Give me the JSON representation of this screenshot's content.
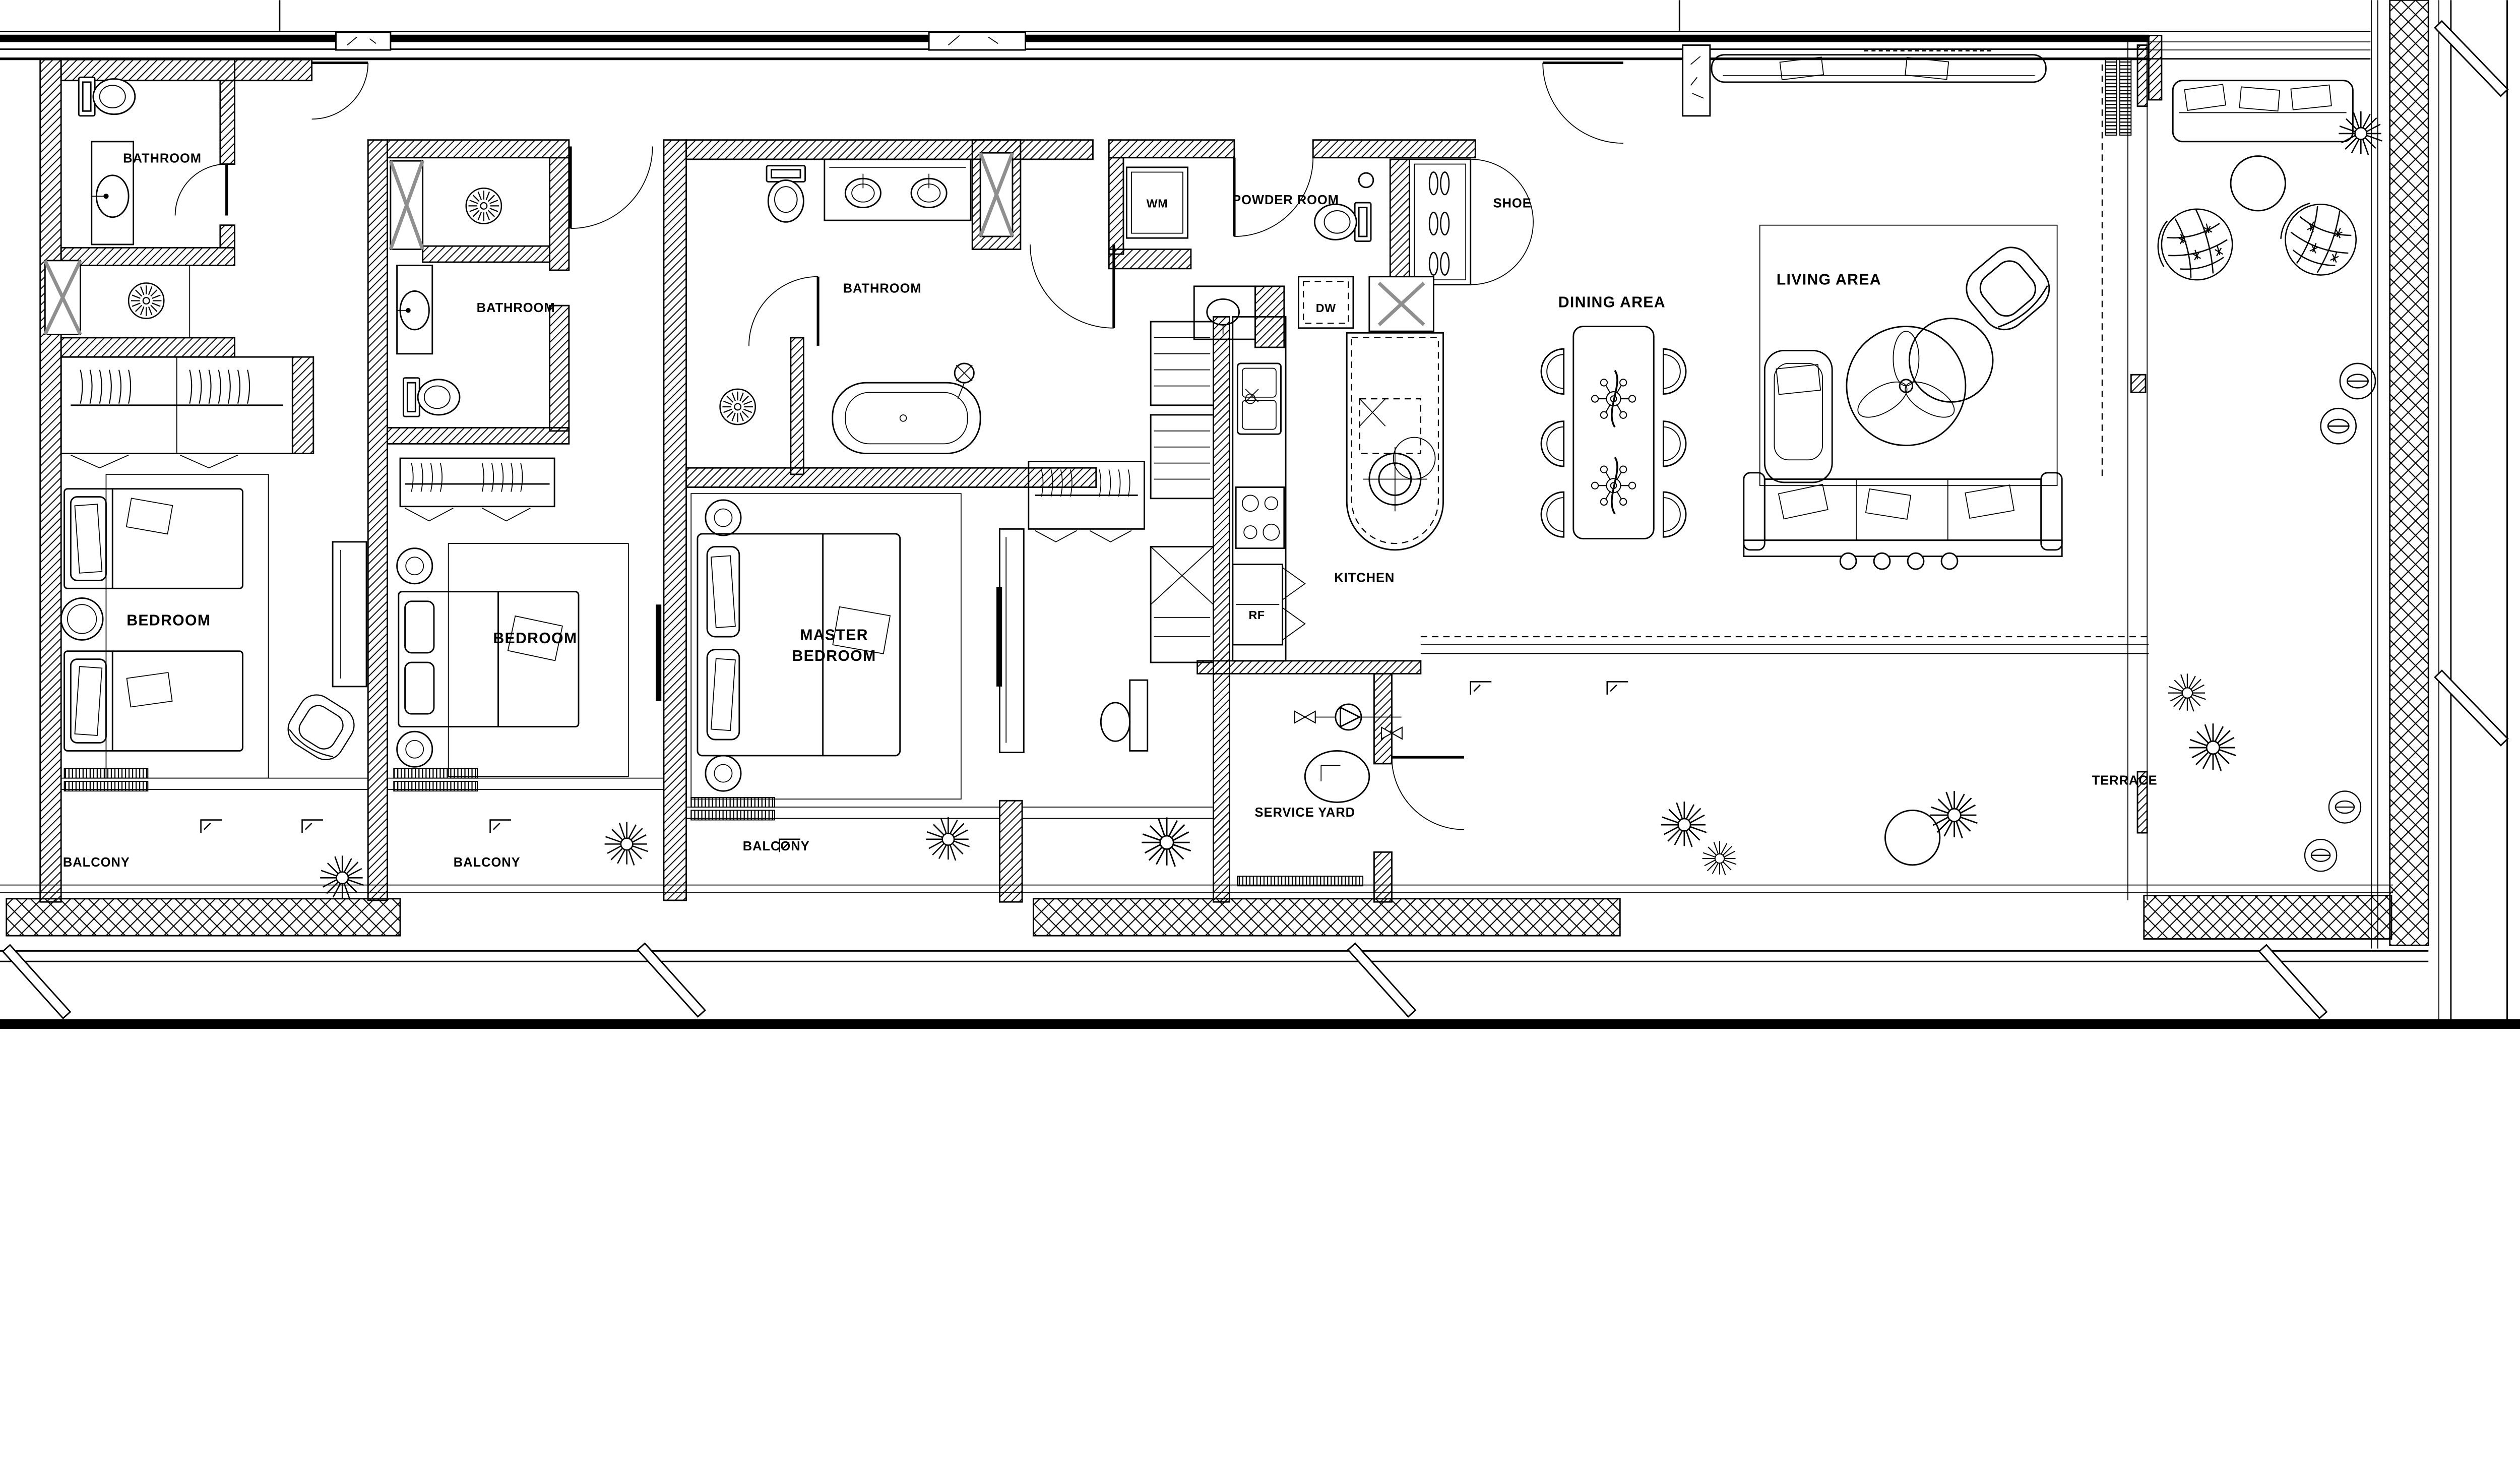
{
  "plan": {
    "rooms": {
      "bathroom_1": "BATHROOM",
      "bathroom_2": "BATHROOM",
      "bathroom_3": "BATHROOM",
      "bedroom_1": "BEDROOM",
      "bedroom_2": "BEDROOM",
      "master_bedroom_line1": "MASTER",
      "master_bedroom_line2": "BEDROOM",
      "powder_room": "POWDER ROOM",
      "kitchen": "KITCHEN",
      "dining_area": "DINING AREA",
      "living_area": "LIVING AREA",
      "service_yard": "SERVICE YARD",
      "terrace": "TERRACE",
      "balcony_1": "BALCONY",
      "balcony_2": "BALCONY",
      "balcony_3": "BALCONY"
    },
    "appliances": {
      "washing_machine": "WM",
      "dishwasher": "DW",
      "refrigerator": "RF",
      "shoe_cabinet": "SHOE"
    },
    "colors": {
      "ink": "#000000",
      "paper": "#ffffff",
      "shaft_x_gray": "#8f8f8f"
    }
  }
}
